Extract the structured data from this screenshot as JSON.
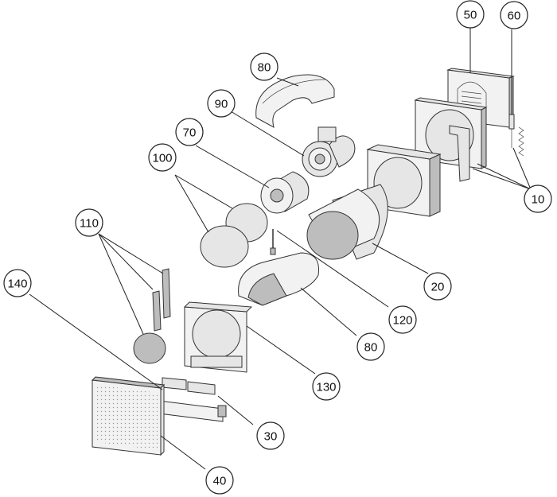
{
  "callouts": {
    "c50": "50",
    "c60": "60",
    "c80a": "80",
    "c90": "90",
    "c70": "70",
    "c100": "100",
    "c10": "10",
    "c110": "110",
    "c20": "20",
    "c140": "140",
    "c120": "120",
    "c80b": "80",
    "c130": "130",
    "c30": "30",
    "c40": "40"
  }
}
